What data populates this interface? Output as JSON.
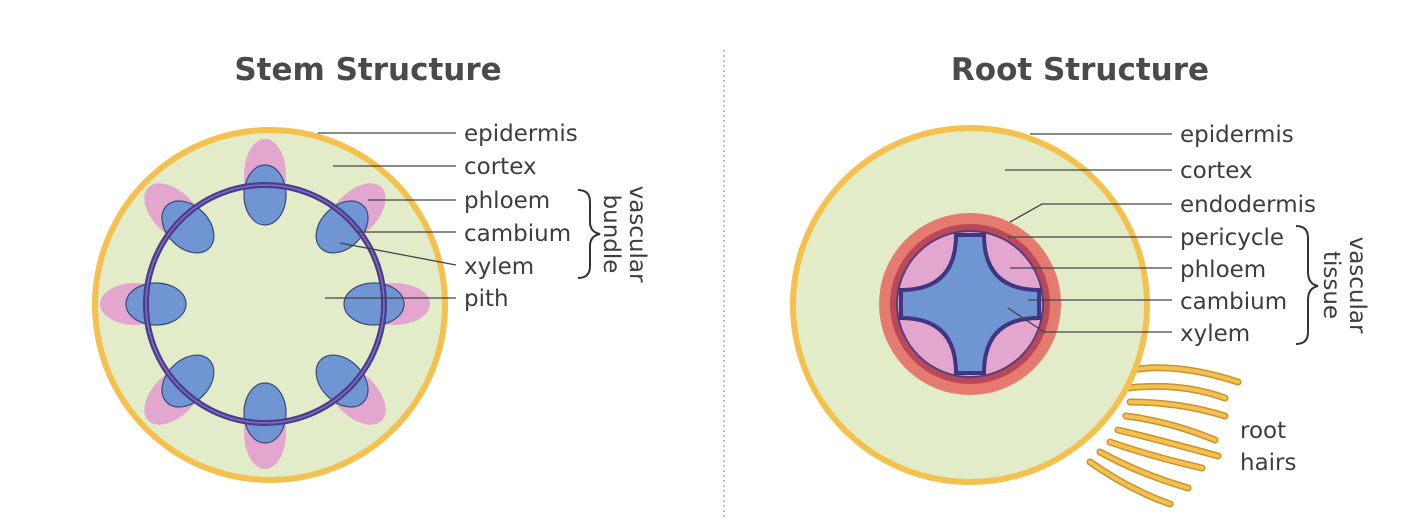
{
  "panels": {
    "stem": {
      "title": "Stem Structure",
      "labels": {
        "epidermis": "epidermis",
        "cortex": "cortex",
        "phloem": "phloem",
        "cambium": "cambium",
        "xylem": "xylem",
        "pith": "pith"
      },
      "group_label_line1": "vascular",
      "group_label_line2": "bundle"
    },
    "root": {
      "title": "Root Structure",
      "labels": {
        "epidermis": "epidermis",
        "cortex": "cortex",
        "endodermis": "endodermis",
        "pericycle": "pericycle",
        "phloem": "phloem",
        "cambium": "cambium",
        "xylem": "xylem",
        "root_hairs_line1": "root",
        "root_hairs_line2": "hairs"
      },
      "group_label_line1": "vascular",
      "group_label_line2": "tissue"
    }
  },
  "colors": {
    "epidermis": "#f4c04e",
    "cortex": "#e2ecc8",
    "phloem": "#e3a6cf",
    "xylem": "#6f96d2",
    "cambium": "#4b3c8e",
    "endodermis": "#e57a6e",
    "pericycle": "#b8485a"
  }
}
